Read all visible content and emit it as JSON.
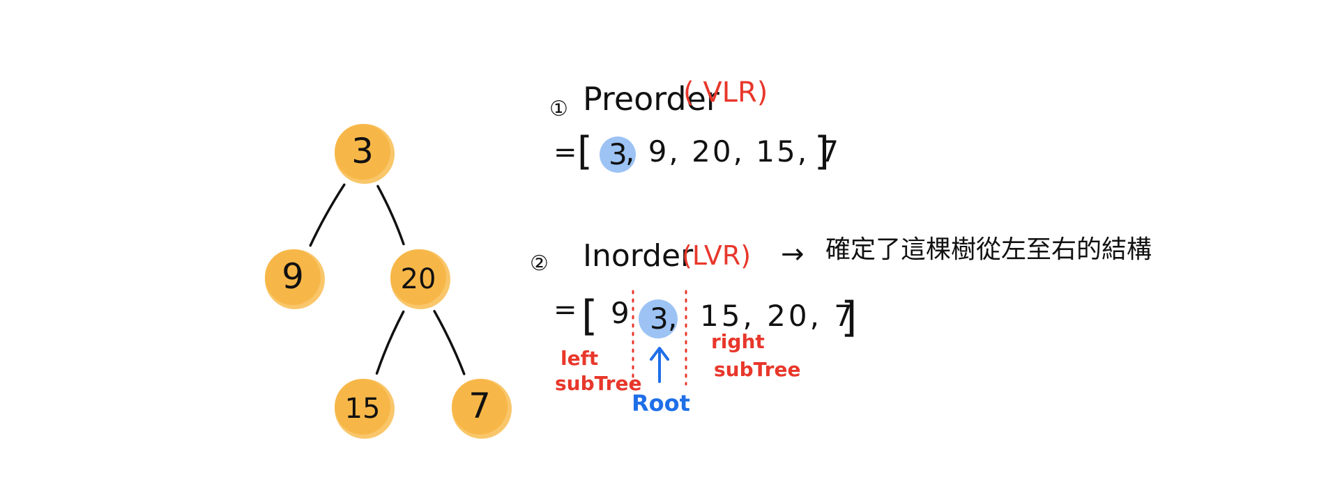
{
  "colors": {
    "node_fill": "#F7B748",
    "node_fill_light": "#F9C66A",
    "edge": "#111111",
    "text": "#111111",
    "red": "#E8372B",
    "blue_highlight": "#9CC3F4",
    "blue_text": "#1F6FE8"
  },
  "tree": {
    "nodes": [
      {
        "id": "n3",
        "label": "3"
      },
      {
        "id": "n9",
        "label": "9"
      },
      {
        "id": "n20",
        "label": "20"
      },
      {
        "id": "n15",
        "label": "15"
      },
      {
        "id": "n7",
        "label": "7"
      }
    ],
    "edges": [
      {
        "from": "n3",
        "to": "n9"
      },
      {
        "from": "n3",
        "to": "n20"
      },
      {
        "from": "n20",
        "to": "n15"
      },
      {
        "from": "n20",
        "to": "n7"
      }
    ]
  },
  "preorder": {
    "marker": "①",
    "title": "Preorder",
    "order_tag": "( VLR)",
    "equals": "=",
    "open_bracket": "[",
    "close_bracket": "]",
    "root_value": "3",
    "rest": ", 9, 20, 15, 7"
  },
  "inorder": {
    "marker": "②",
    "title": "Inorder",
    "order_tag": "(LVR)",
    "arrow": "→",
    "note": "確定了這棵樹從左至右的結構",
    "equals": "=",
    "open_bracket": "[",
    "close_bracket": "]",
    "left_value": "9",
    "root_value": "3",
    "root_comma": ",",
    "right_values": "15, 20, 7",
    "left_label_1": "left",
    "left_label_2": "subTree",
    "right_label_1": "right",
    "right_label_2": "subTree",
    "root_label": "Root"
  }
}
